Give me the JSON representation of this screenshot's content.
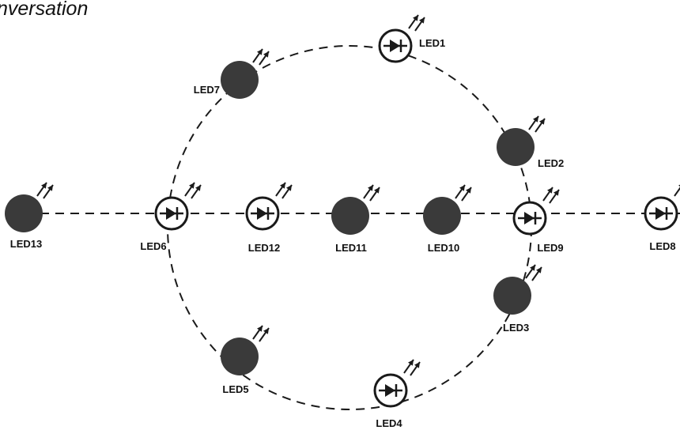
{
  "title": "nversation",
  "colors": {
    "ink": "#1a1a1a",
    "led_off": "#3a3a3a",
    "led_lit": "#ffffff"
  },
  "leds": [
    {
      "id": "led1",
      "label": "LED1",
      "state": "lit"
    },
    {
      "id": "led2",
      "label": "LED2",
      "state": "off"
    },
    {
      "id": "led3",
      "label": "LED3",
      "state": "off"
    },
    {
      "id": "led4",
      "label": "LED4",
      "state": "lit"
    },
    {
      "id": "led5",
      "label": "LED5",
      "state": "off"
    },
    {
      "id": "led6",
      "label": "LED6",
      "state": "lit"
    },
    {
      "id": "led7",
      "label": "LED7",
      "state": "off"
    },
    {
      "id": "led8",
      "label": "LED8",
      "state": "lit"
    },
    {
      "id": "led9",
      "label": "LED9",
      "state": "lit"
    },
    {
      "id": "led10",
      "label": "LED10",
      "state": "off"
    },
    {
      "id": "led11",
      "label": "LED11",
      "state": "off"
    },
    {
      "id": "led12",
      "label": "LED12",
      "state": "lit"
    },
    {
      "id": "led13",
      "label": "LED13",
      "state": "off"
    }
  ]
}
